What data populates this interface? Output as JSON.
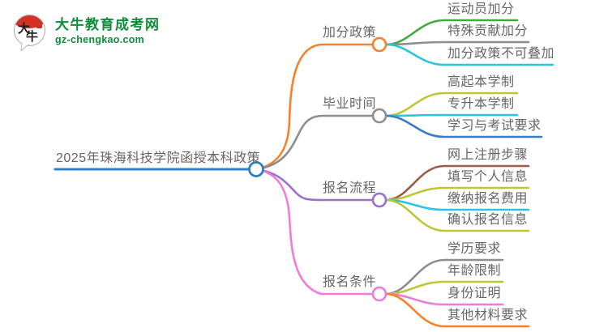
{
  "logo": {
    "icon_char_1": "大",
    "icon_char_2": "牛",
    "title": "大牛教育成考网",
    "subtitle": "gz-chengkao.com",
    "brand_color": "#0f8c3b"
  },
  "mindmap": {
    "root": {
      "label": "2025年珠海科技学院函授本科政策",
      "color": "#2E7FC4"
    },
    "branches": [
      {
        "label": "加分政策",
        "color": "#F5822B",
        "children": [
          {
            "label": "运动员加分",
            "color": "#44A944"
          },
          {
            "label": "特殊贡献加分",
            "color": "#8E8E8E"
          },
          {
            "label": "加分政策不可叠加",
            "color": "#2BC4E2"
          }
        ]
      },
      {
        "label": "毕业时间",
        "color": "#8E8E8E",
        "children": [
          {
            "label": "高起本学制",
            "color": "#BEC634"
          },
          {
            "label": "专升本学制",
            "color": "#2BC4E2"
          },
          {
            "label": "学习与考试要求",
            "color": "#3A7BC8"
          }
        ]
      },
      {
        "label": "报名流程",
        "color": "#9B6FD0",
        "children": [
          {
            "label": "网上注册步骤",
            "color": "#9C5A4E"
          },
          {
            "label": "填写个人信息",
            "color": "#BEC634"
          },
          {
            "label": "缴纳报名费用",
            "color": "#2BC4E2"
          },
          {
            "label": "确认报名信息",
            "color": "#BEC634"
          }
        ]
      },
      {
        "label": "报名条件",
        "color": "#F07CD8",
        "children": [
          {
            "label": "学历要求",
            "color": "#8E8E8E"
          },
          {
            "label": "年龄限制",
            "color": "#BEC634"
          },
          {
            "label": "身份证明",
            "color": "#F07CD8"
          },
          {
            "label": "其他材料要求",
            "color": "#F5822B"
          }
        ]
      }
    ]
  }
}
